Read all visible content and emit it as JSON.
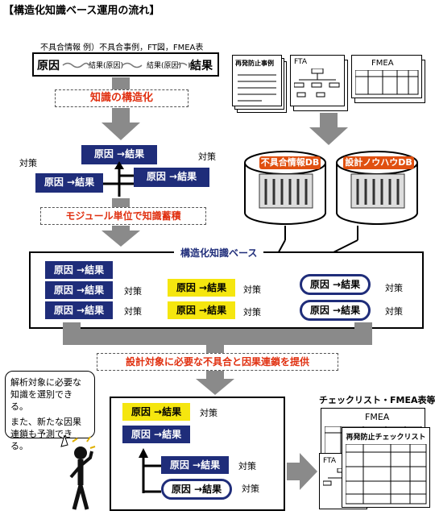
{
  "title": "【構造化知識ベース運用の流れ】",
  "top_left": {
    "header": "不具合情報 例）不具合事例，FT図，FMEA表",
    "cause": "原因",
    "mid1": "結果(原因)",
    "mid2": "結果(原因)",
    "effect": "結果"
  },
  "docs": {
    "recurrence": "再発防止事例",
    "fta": "FTA",
    "fmea": "FMEA"
  },
  "labels": {
    "structuring": "知識の構造化",
    "module": "モジュール単位で知識蓄積",
    "provide": "設計対象に必要な不具合と因果連鎖を提供"
  },
  "db": {
    "defect": "不具合情報DB",
    "knowhow": "設計ノウハウDB"
  },
  "chain": {
    "cause_effect": "原因 →結果",
    "measure": "対策"
  },
  "kb_title": "構造化知識ベース",
  "bubble": {
    "line1": "解析対象に必要な知識を選別できる。",
    "line2": "また、新たな因果連鎖も予測できる。"
  },
  "checklist": {
    "caption": "チェックリスト・FMEA表等",
    "fmea": "FMEA",
    "recurrence": "再発防止チェックリスト",
    "fta": "FTA"
  },
  "colors": {
    "navy": "#1f2d7a",
    "yellow": "#f5e60f",
    "red": "#e03010",
    "db_orange": "#e05010",
    "arrow_gray": "#8a8a8a"
  }
}
